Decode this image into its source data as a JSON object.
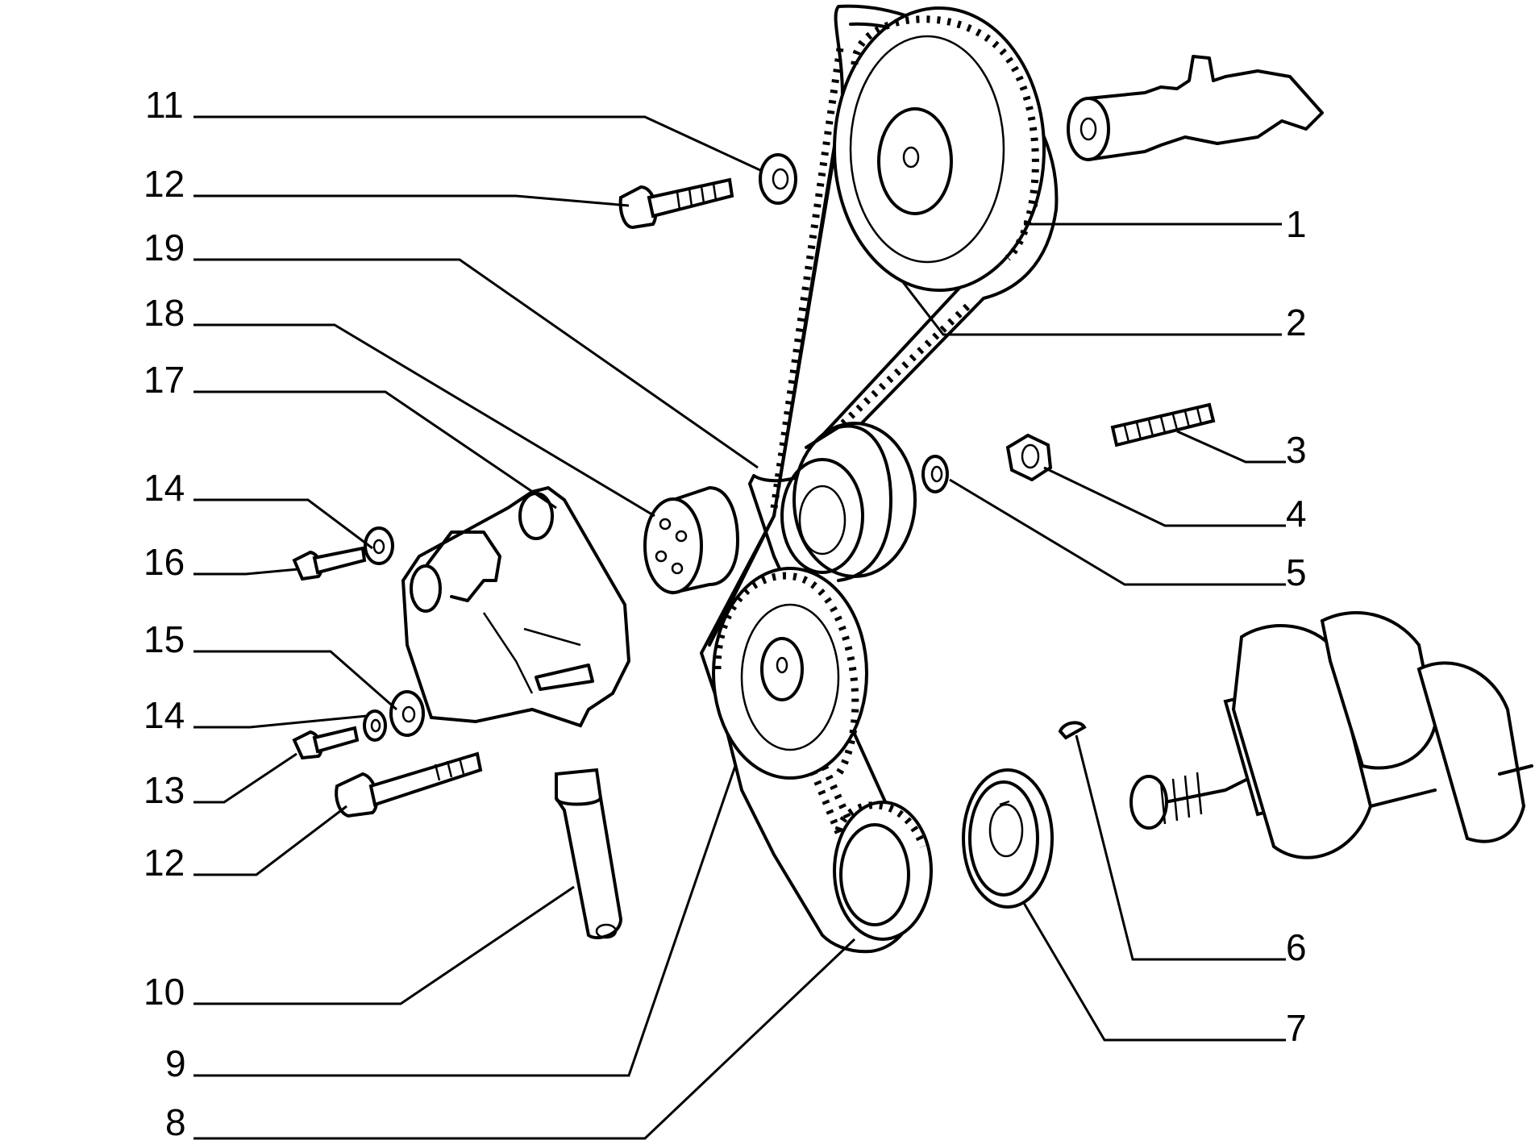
{
  "labels": {
    "l1": "1",
    "l2": "2",
    "l3": "3",
    "l4": "4",
    "l5": "5",
    "l6": "6",
    "l7": "7",
    "l8": "8",
    "l9": "9",
    "l10": "10",
    "l11": "11",
    "l12a": "12",
    "l12b": "12",
    "l13": "13",
    "l14a": "14",
    "l14b": "14",
    "l15": "15",
    "l16": "16",
    "l17": "17",
    "l18": "18",
    "l19": "19"
  },
  "icons": [
    "camshaft-icon",
    "crankshaft-icon",
    "timing-belt-icon",
    "pulley-icon",
    "tensioner-icon",
    "bolt-icon",
    "washer-icon",
    "nut-icon",
    "stud-icon",
    "key-icon",
    "pin-icon"
  ],
  "colors": {
    "ink": "#000000",
    "paper": "#ffffff"
  }
}
